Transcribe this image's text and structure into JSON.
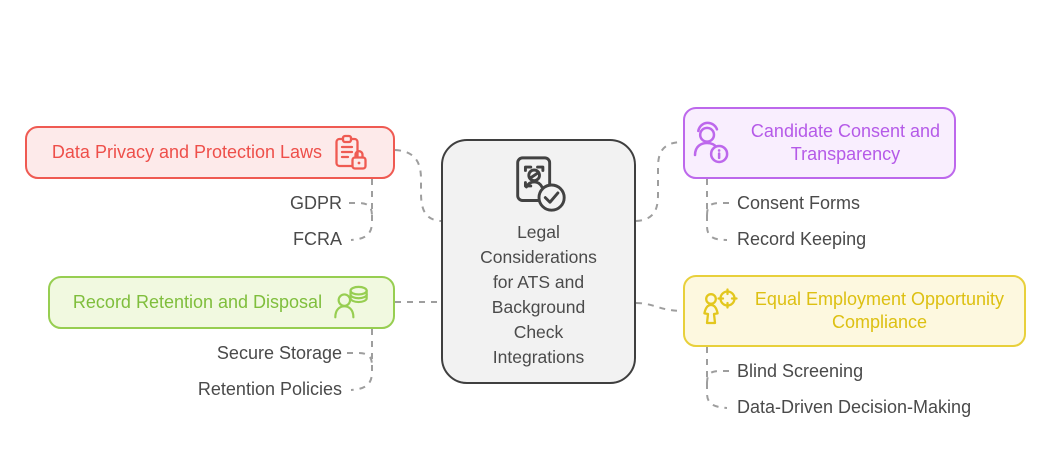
{
  "central": {
    "label": "Legal Considerations for ATS and Background Check Integrations",
    "icon": "id-card-check-icon",
    "fill": "#f2f2f2",
    "border": "#3f3f3f",
    "text_color": "#4b4b4b"
  },
  "branches": [
    {
      "id": "data-privacy",
      "label": "Data Privacy and Protection Laws",
      "icon": "clipboard-lock-icon",
      "text_color": "#ee4f4a",
      "border_color": "#ef5a52",
      "fill": "#fdeaea",
      "children": [
        "GDPR",
        "FCRA"
      ]
    },
    {
      "id": "record-retention",
      "label": "Record Retention and Disposal",
      "icon": "person-database-icon",
      "text_color": "#7fbe3c",
      "border_color": "#97ce51",
      "fill": "#f1f9e0",
      "children": [
        "Secure Storage",
        "Retention Policies"
      ]
    },
    {
      "id": "candidate-consent",
      "label": "Candidate Consent and Transparency",
      "icon": "person-info-icon",
      "text_color": "#b55ae8",
      "border_color": "#bd68ec",
      "fill": "#f9eefe",
      "children": [
        "Consent Forms",
        "Record Keeping"
      ]
    },
    {
      "id": "eeo-compliance",
      "label": "Equal Employment Opportunity Compliance",
      "icon": "person-target-icon",
      "text_color": "#ddc012",
      "border_color": "#e8d03b",
      "fill": "#fdf8df",
      "children": [
        "Blind Screening",
        "Data-Driven Decision-Making"
      ]
    }
  ],
  "styles": {
    "background": "#ffffff",
    "connector_color": "#9e9e9e",
    "subtopic_text_color": "#4a4a4a"
  }
}
